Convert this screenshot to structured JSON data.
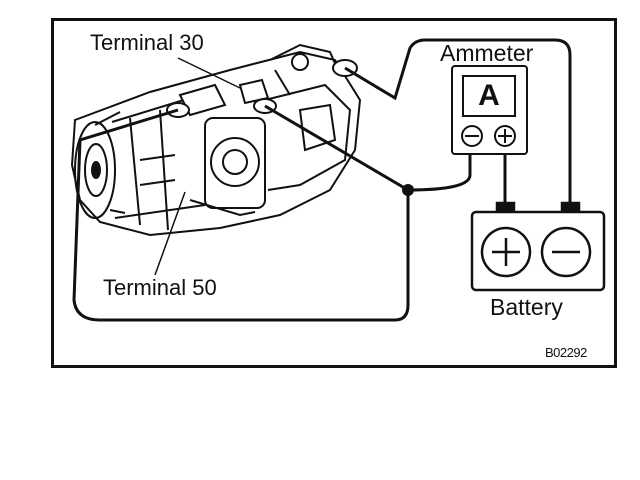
{
  "labels": {
    "terminal_30": "Terminal 30",
    "terminal_50": "Terminal 50",
    "ammeter": "Ammeter",
    "ammeter_symbol": "A",
    "battery": "Battery",
    "figure_code": "B02292"
  },
  "icons": [
    "starter-motor-icon",
    "ammeter-icon",
    "battery-icon",
    "plus-icon",
    "minus-icon"
  ],
  "colors": {
    "line": "#111111",
    "background": "#ffffff"
  }
}
